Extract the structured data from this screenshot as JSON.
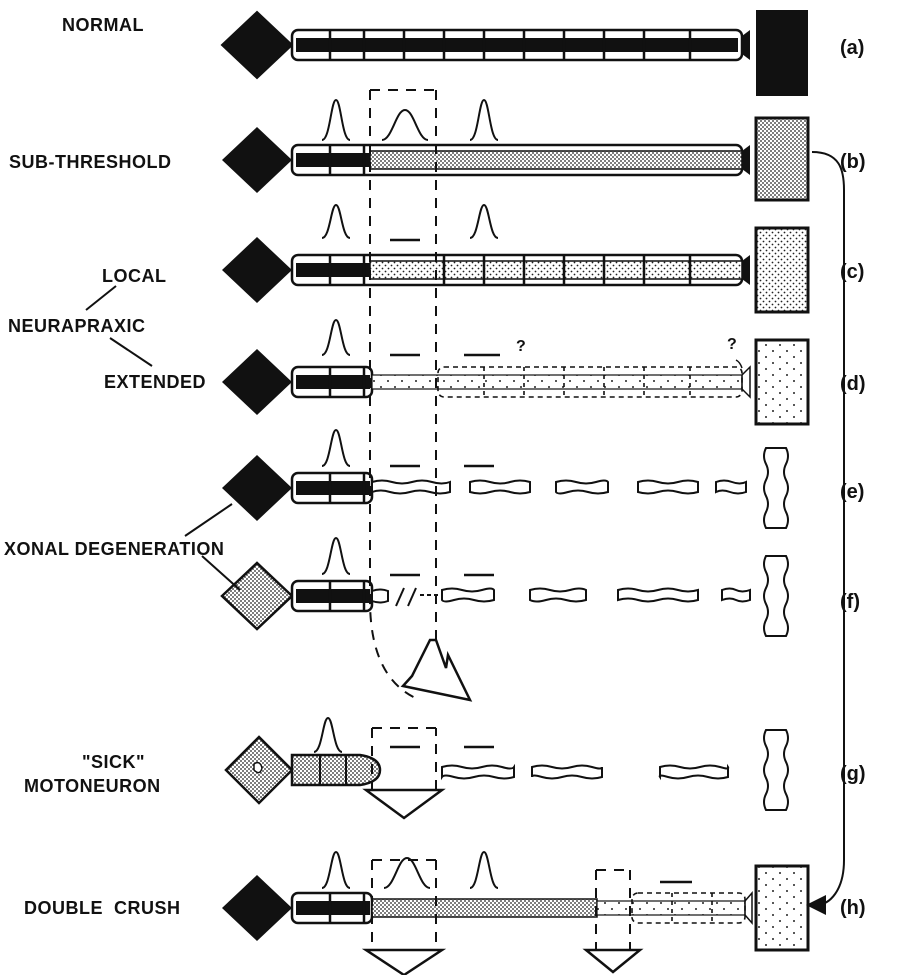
{
  "rows": [
    {
      "id": "(a)",
      "label": "NORMAL"
    },
    {
      "id": "(b)",
      "label": "SUB-THRESHOLD"
    },
    {
      "id": "(c)",
      "label": "LOCAL"
    },
    {
      "id": "(d)",
      "label": "EXTENDED"
    },
    {
      "id": "(e)",
      "label": ""
    },
    {
      "id": "(f)",
      "label": ""
    },
    {
      "id": "(g)",
      "label_line1": "\"SICK\"",
      "label_line2": "MOTONEURON"
    },
    {
      "id": "(h)",
      "label": "DOUBLE  CRUSH"
    }
  ],
  "group_labels": {
    "neurapraxic": "NEURAPRAXIC",
    "axonal": "XONAL  DEGENERATION"
  },
  "question_mark": "?"
}
